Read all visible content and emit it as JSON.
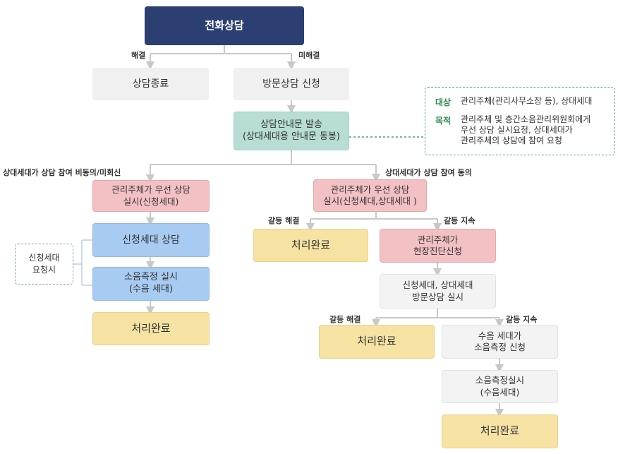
{
  "nodes": {
    "phone": "전화상담",
    "end": "상담종료",
    "visit_apply": "방문상담 신청",
    "notice": [
      "상담안내문 발송",
      "(상대세대용 안내문 동봉)"
    ],
    "left_mgmt": [
      "관리주체가 우선 상담",
      "실시(신청세대)"
    ],
    "left_consult": "신청세대 상담",
    "left_measure": [
      "소음측정 실시",
      "(수음 세대)"
    ],
    "left_done": "처리완료",
    "right_mgmt": [
      "관리주체가 우선 상담",
      "실시(신청세대,상대세대 )"
    ],
    "mid_done": "처리완료",
    "field_diag": [
      "관리주체가",
      "현장진단신청"
    ],
    "both_visit": [
      "신청세대, 상대세대",
      "방문상담 실시"
    ],
    "lower_done": "처리완료",
    "measure_apply": [
      "수음 세대가",
      "소음측정 신청"
    ],
    "measure_run": [
      "소음측정실시",
      "(수음세대)"
    ],
    "final_done": "처리완료"
  },
  "labels": {
    "resolved": "해결",
    "unresolved": "미해결",
    "disagree": "상대세대가 상담 참여 비동의/미회신",
    "agree": "상대세대가 상담 참여 동의",
    "conflict_resolved_1": "갈등 해결",
    "conflict_continue_1": "갈등 지속",
    "conflict_resolved_2": "갈등 해결",
    "conflict_continue_2": "갈등 지속"
  },
  "note": {
    "target_key": "대상",
    "target_val": "관리주체(관리사무소장 등), 상대세대",
    "purpose_key": "목적",
    "purpose_lines": [
      "관리주체 및 층간소음관리위원회에게",
      "우선 상담 실시요청, 상대세대가",
      "관리주체의 상담에 참여 요청"
    ]
  },
  "side_note": [
    "신청세대",
    "요청시"
  ],
  "colors": {
    "navy": "#2c3f73",
    "teal": "#b7ddd5",
    "pink": "#f3c1c4",
    "blue": "#a8cbf2",
    "yellow": "#f6e3a3",
    "gray": "#f0f0f0",
    "connector": "#c8c8c8",
    "note_key": "#2e8a4f"
  }
}
